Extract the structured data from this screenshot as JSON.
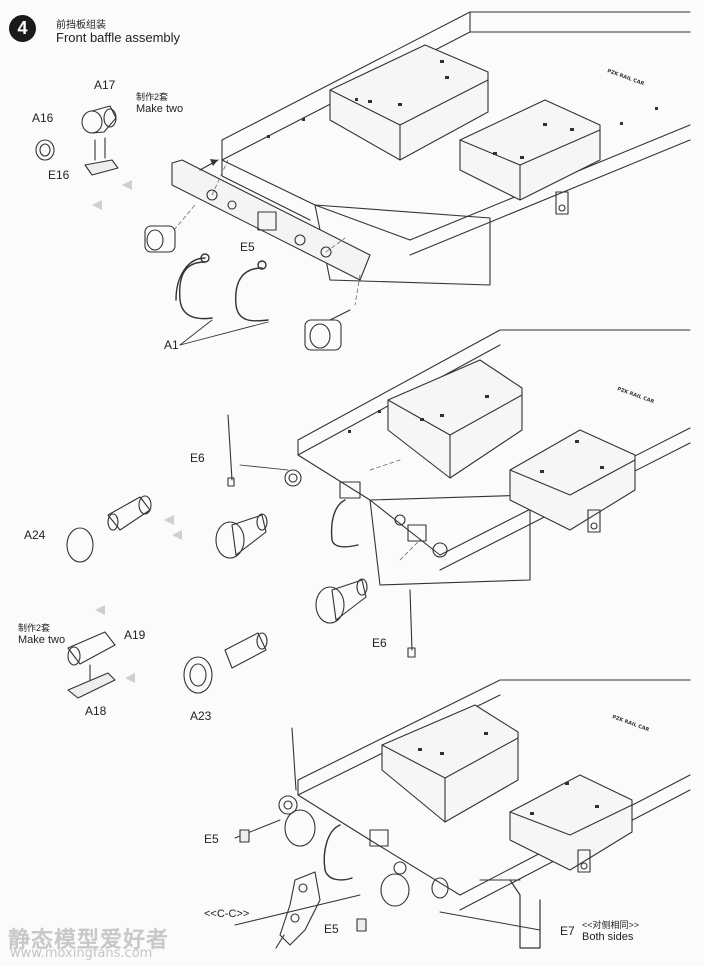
{
  "step": {
    "number": "4",
    "title_cn": "前挡板组装",
    "title_en": "Front baffle assembly"
  },
  "notes": {
    "make_two_cn_1": "制作2套",
    "make_two_en_1": "Make two",
    "make_two_cn_2": "制作2套",
    "make_two_en_2": "Make two",
    "both_sides_cn": "<<对侧相同>>",
    "both_sides_en": "Both sides",
    "section": "<<C-C>>"
  },
  "parts": {
    "a17": "A17",
    "a16": "A16",
    "e16": "E16",
    "e5_top": "E5",
    "a1": "A1",
    "e6_upper": "E6",
    "a24": "A24",
    "a19": "A19",
    "a18": "A18",
    "a23": "A23",
    "e6_lower": "E6",
    "e5_mid": "E5",
    "e5_bottom": "E5",
    "e7": "E7"
  },
  "watermark": {
    "text": "静态模型爱好者",
    "url": "www.moxingfans.com"
  }
}
